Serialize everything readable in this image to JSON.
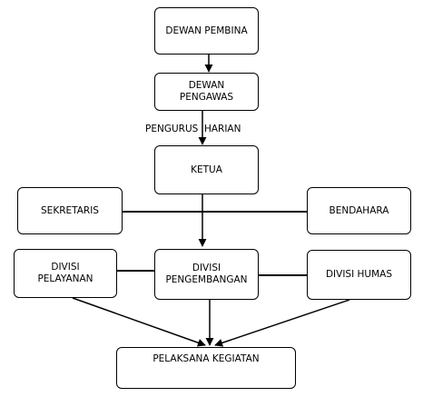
{
  "org_chart": {
    "dewan_pembina": "DEWAN PEMBINA",
    "dewan_pengawas": "DEWAN\nPENGAWAS",
    "pengurus_harian": "PENGURUS  HARIAN",
    "ketua": "KETUA",
    "sekretaris": "SEKRETARIS",
    "bendahara": "BENDAHARA",
    "divisi_pelayanan": "DIVISI\nPELAYANAN",
    "divisi_pengembangan": "DIVISI\nPENGEMBANGAN",
    "divisi_humas": "DIVISI HUMAS",
    "pelaksana_kegiatan": "PELAKSANA  KEGIATAN"
  },
  "colors": {
    "line": "#000000",
    "box_border": "#000000",
    "background": "#ffffff"
  }
}
